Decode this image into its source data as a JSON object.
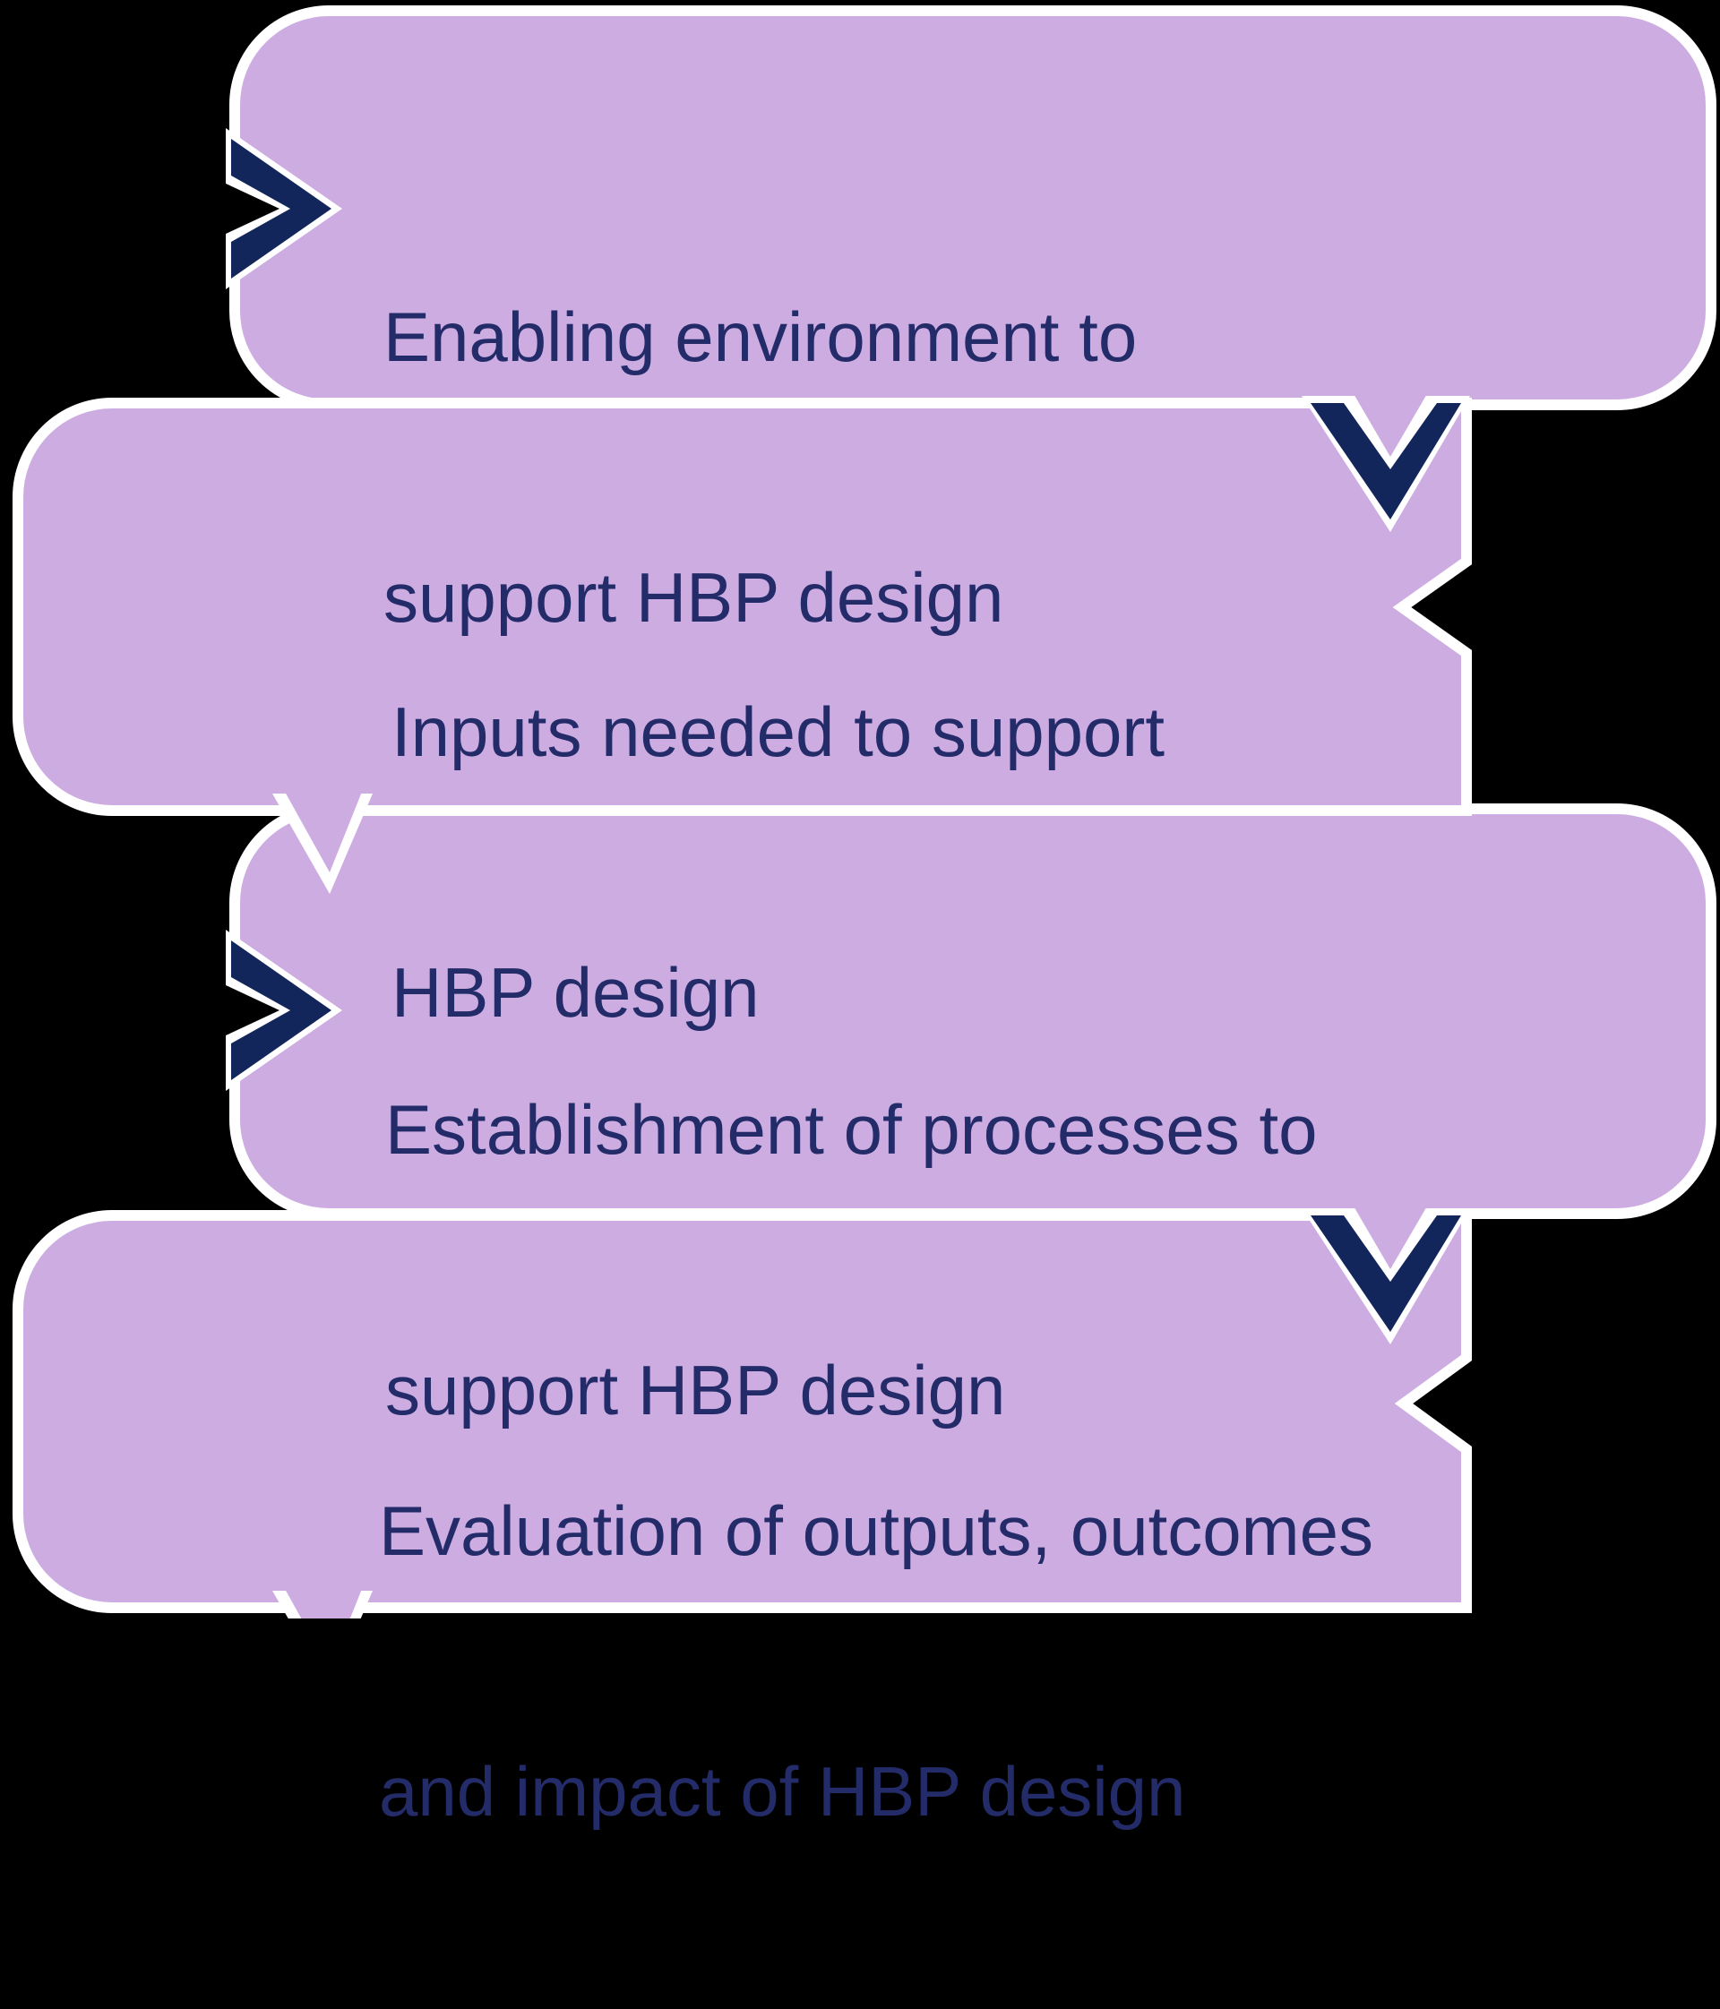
{
  "canvas": {
    "background": "#000000"
  },
  "colors": {
    "box_fill": "#cdace2",
    "outline": "#ffffff",
    "chevron": "#13265c",
    "text": "#232b68"
  },
  "diagram": {
    "type": "vertical-process-flow",
    "steps": [
      {
        "lines": [
          "Enabling environment to",
          "support HBP design"
        ]
      },
      {
        "lines": [
          "Inputs needed to support",
          "HBP design"
        ]
      },
      {
        "lines": [
          "Establishment of processes to",
          "support HBP design"
        ]
      },
      {
        "lines": [
          "Evaluation of outputs, outcomes",
          "and impact of HBP design"
        ]
      }
    ]
  }
}
